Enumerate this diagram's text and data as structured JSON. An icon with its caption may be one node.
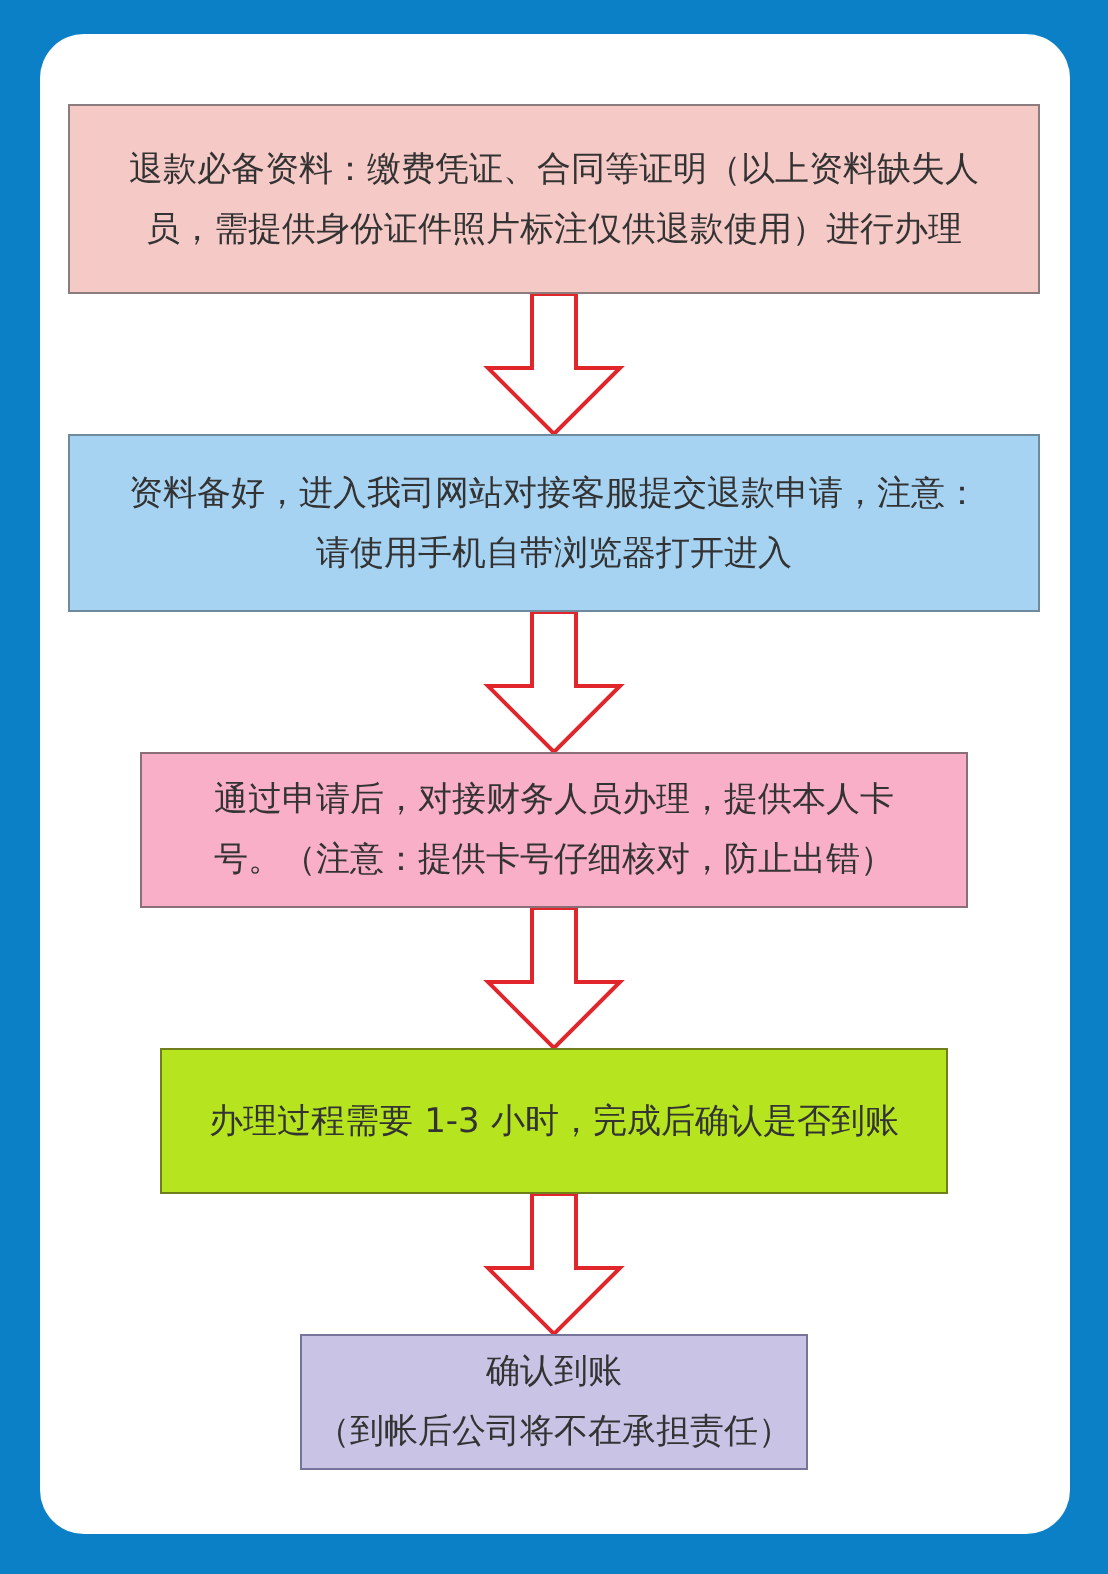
{
  "diagram": {
    "nodes": [
      {
        "text": [
          "退款必备资料：缴费凭证、合同等证明（以上资料缺失人员，需提供身份证件照片标注仅供退款使用）进行办理"
        ]
      },
      {
        "text": [
          "资料备好，进入我司网站对接客服提交退款申请，注意：请使用手机自带浏览器打开进入"
        ]
      },
      {
        "text": [
          "通过申请后，对接财务人员办理，提供本人卡号。（注意：提供卡号仔细核对，防止出错）"
        ]
      },
      {
        "text": [
          "办理过程需要 1-3 小时，完成后确认是否到账"
        ]
      },
      {
        "text": [
          "确认到账",
          "（到帐后公司将不在承担责任）"
        ]
      }
    ],
    "edges": [
      {
        "from": 0,
        "to": 1,
        "arrow": "to"
      },
      {
        "from": 1,
        "to": 2,
        "arrow": "to"
      },
      {
        "from": 2,
        "to": 3,
        "arrow": "to"
      },
      {
        "from": 3,
        "to": 4,
        "arrow": "to"
      }
    ]
  }
}
